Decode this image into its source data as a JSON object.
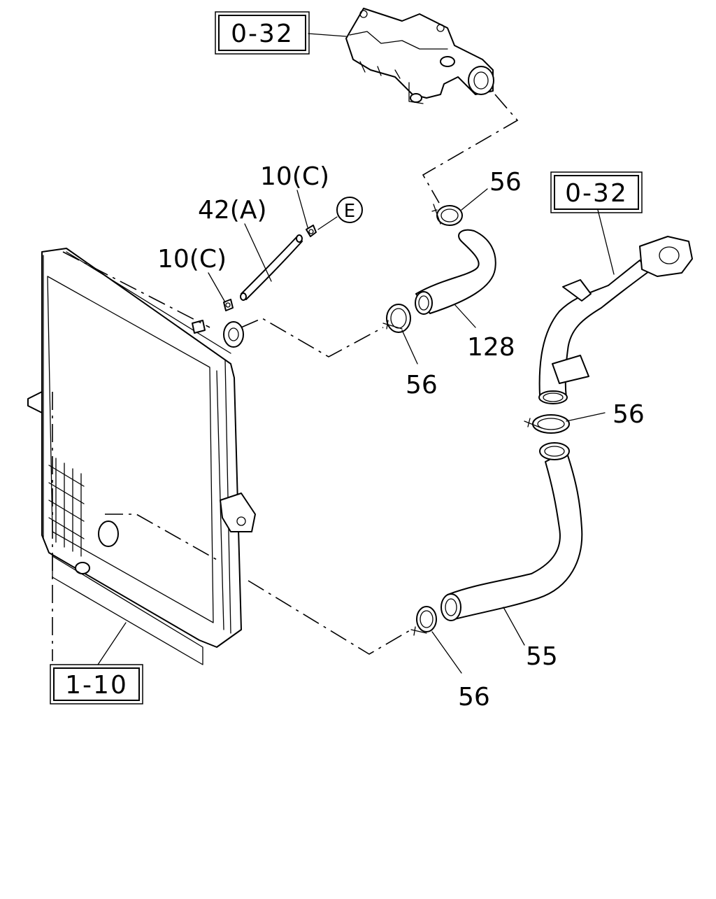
{
  "diagram": {
    "reference_boxes": {
      "top_left": "0-32",
      "right": "0-32",
      "bottom_left": "1-10"
    },
    "callouts": {
      "clamp_top": "56",
      "clamp_upper_hose_left": "56",
      "clamp_lower_pipe": "56",
      "clamp_lower_hose_left": "56",
      "upper_hose": "128",
      "lower_hose": "55",
      "vent_hose": "42(A)",
      "clip_upper": "10(C)",
      "clip_lower": "10(C)",
      "connector_circle": "E"
    }
  }
}
